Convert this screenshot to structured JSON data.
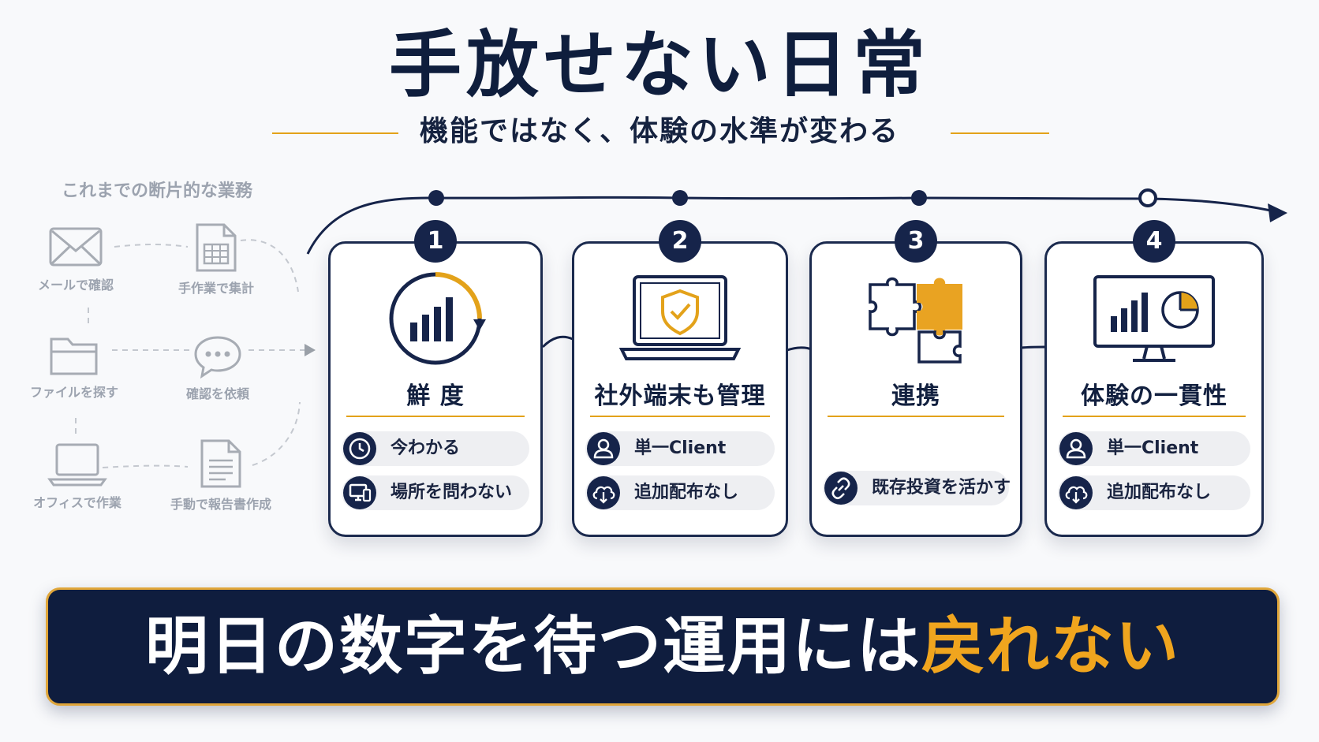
{
  "title": "手放せない日常",
  "subtitle": "機能ではなく、体験の水準が変わる",
  "legacy": {
    "title": "これまでの断片的な業務",
    "items": [
      {
        "label": "メールで確認",
        "icon": "envelope-icon"
      },
      {
        "label": "手作業で集計",
        "icon": "spreadsheet-icon"
      },
      {
        "label": "ファイルを探す",
        "icon": "folder-icon"
      },
      {
        "label": "確認を依頼",
        "icon": "chat-bubble-icon"
      },
      {
        "label": "オフィスで作業",
        "icon": "laptop-icon"
      },
      {
        "label": "手動で報告書作成",
        "icon": "document-icon"
      }
    ]
  },
  "cards": [
    {
      "number": "1",
      "title": "鮮 度",
      "icon": "clock-chart-icon",
      "pills": [
        {
          "text": "今わかる",
          "icon": "clock-icon"
        },
        {
          "text": "場所を問わない",
          "icon": "devices-icon"
        }
      ]
    },
    {
      "number": "2",
      "title": "社外端末も管理",
      "icon": "laptop-shield-icon",
      "pills": [
        {
          "text": "単一Client",
          "icon": "user-icon"
        },
        {
          "text": "追加配布なし",
          "icon": "cloud-download-icon"
        }
      ]
    },
    {
      "number": "3",
      "title": "連携",
      "icon": "puzzle-icon",
      "pills": [
        {
          "text": "既存投資を活かす",
          "icon": "link-icon"
        }
      ]
    },
    {
      "number": "4",
      "title": "体験の一貫性",
      "icon": "monitor-chart-icon",
      "pills": [
        {
          "text": "単一Client",
          "icon": "user-icon"
        },
        {
          "text": "追加配布なし",
          "icon": "cloud-download-icon"
        }
      ]
    }
  ],
  "banner": {
    "text_main": "明日の数字を待つ運用には",
    "text_accent": "戻れない"
  },
  "colors": {
    "navy": "#16244a",
    "accent": "#e3a21a",
    "muted": "#9ca3af"
  }
}
